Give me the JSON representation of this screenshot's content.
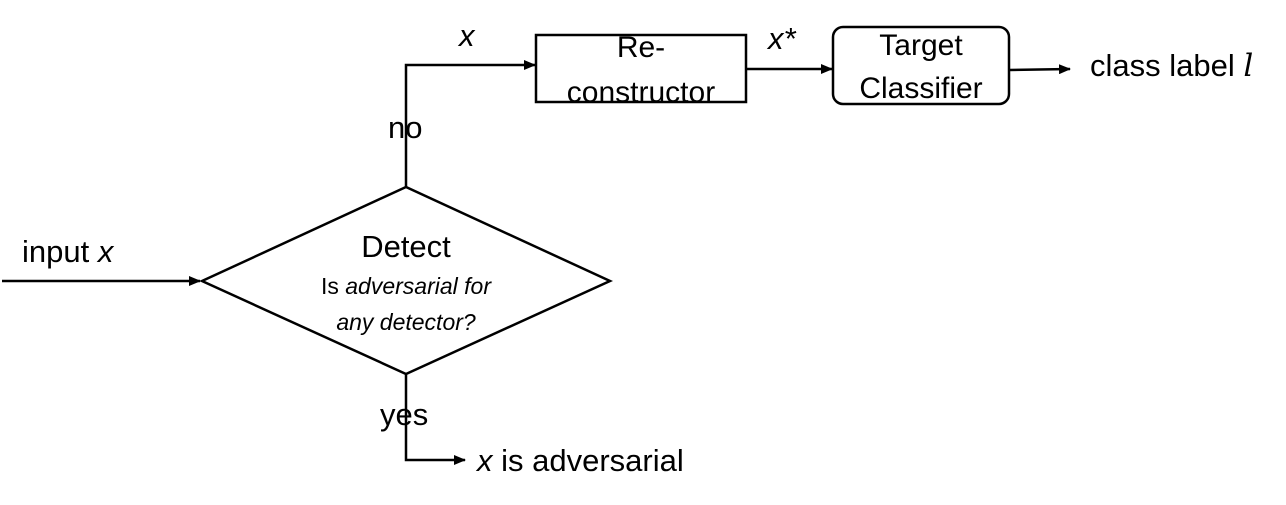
{
  "input_label": {
    "text": "input ",
    "var": "x"
  },
  "detect": {
    "title": "Detect",
    "q_prefix": "Is ",
    "q_line1_ital": "adversarial for",
    "q_line2_ital": "any detector?"
  },
  "no_label": "no",
  "yes_label": "yes",
  "x_top_label": "x",
  "reconstructor": {
    "line1": "Re-",
    "line2": "constructor"
  },
  "xstar_label": "x*",
  "classifier": {
    "line1": "Target",
    "line2": "Classifier"
  },
  "output_label": {
    "text": "class label ",
    "var": "l"
  },
  "adversarial_label": {
    "var": "x",
    "text": " is adversarial"
  }
}
